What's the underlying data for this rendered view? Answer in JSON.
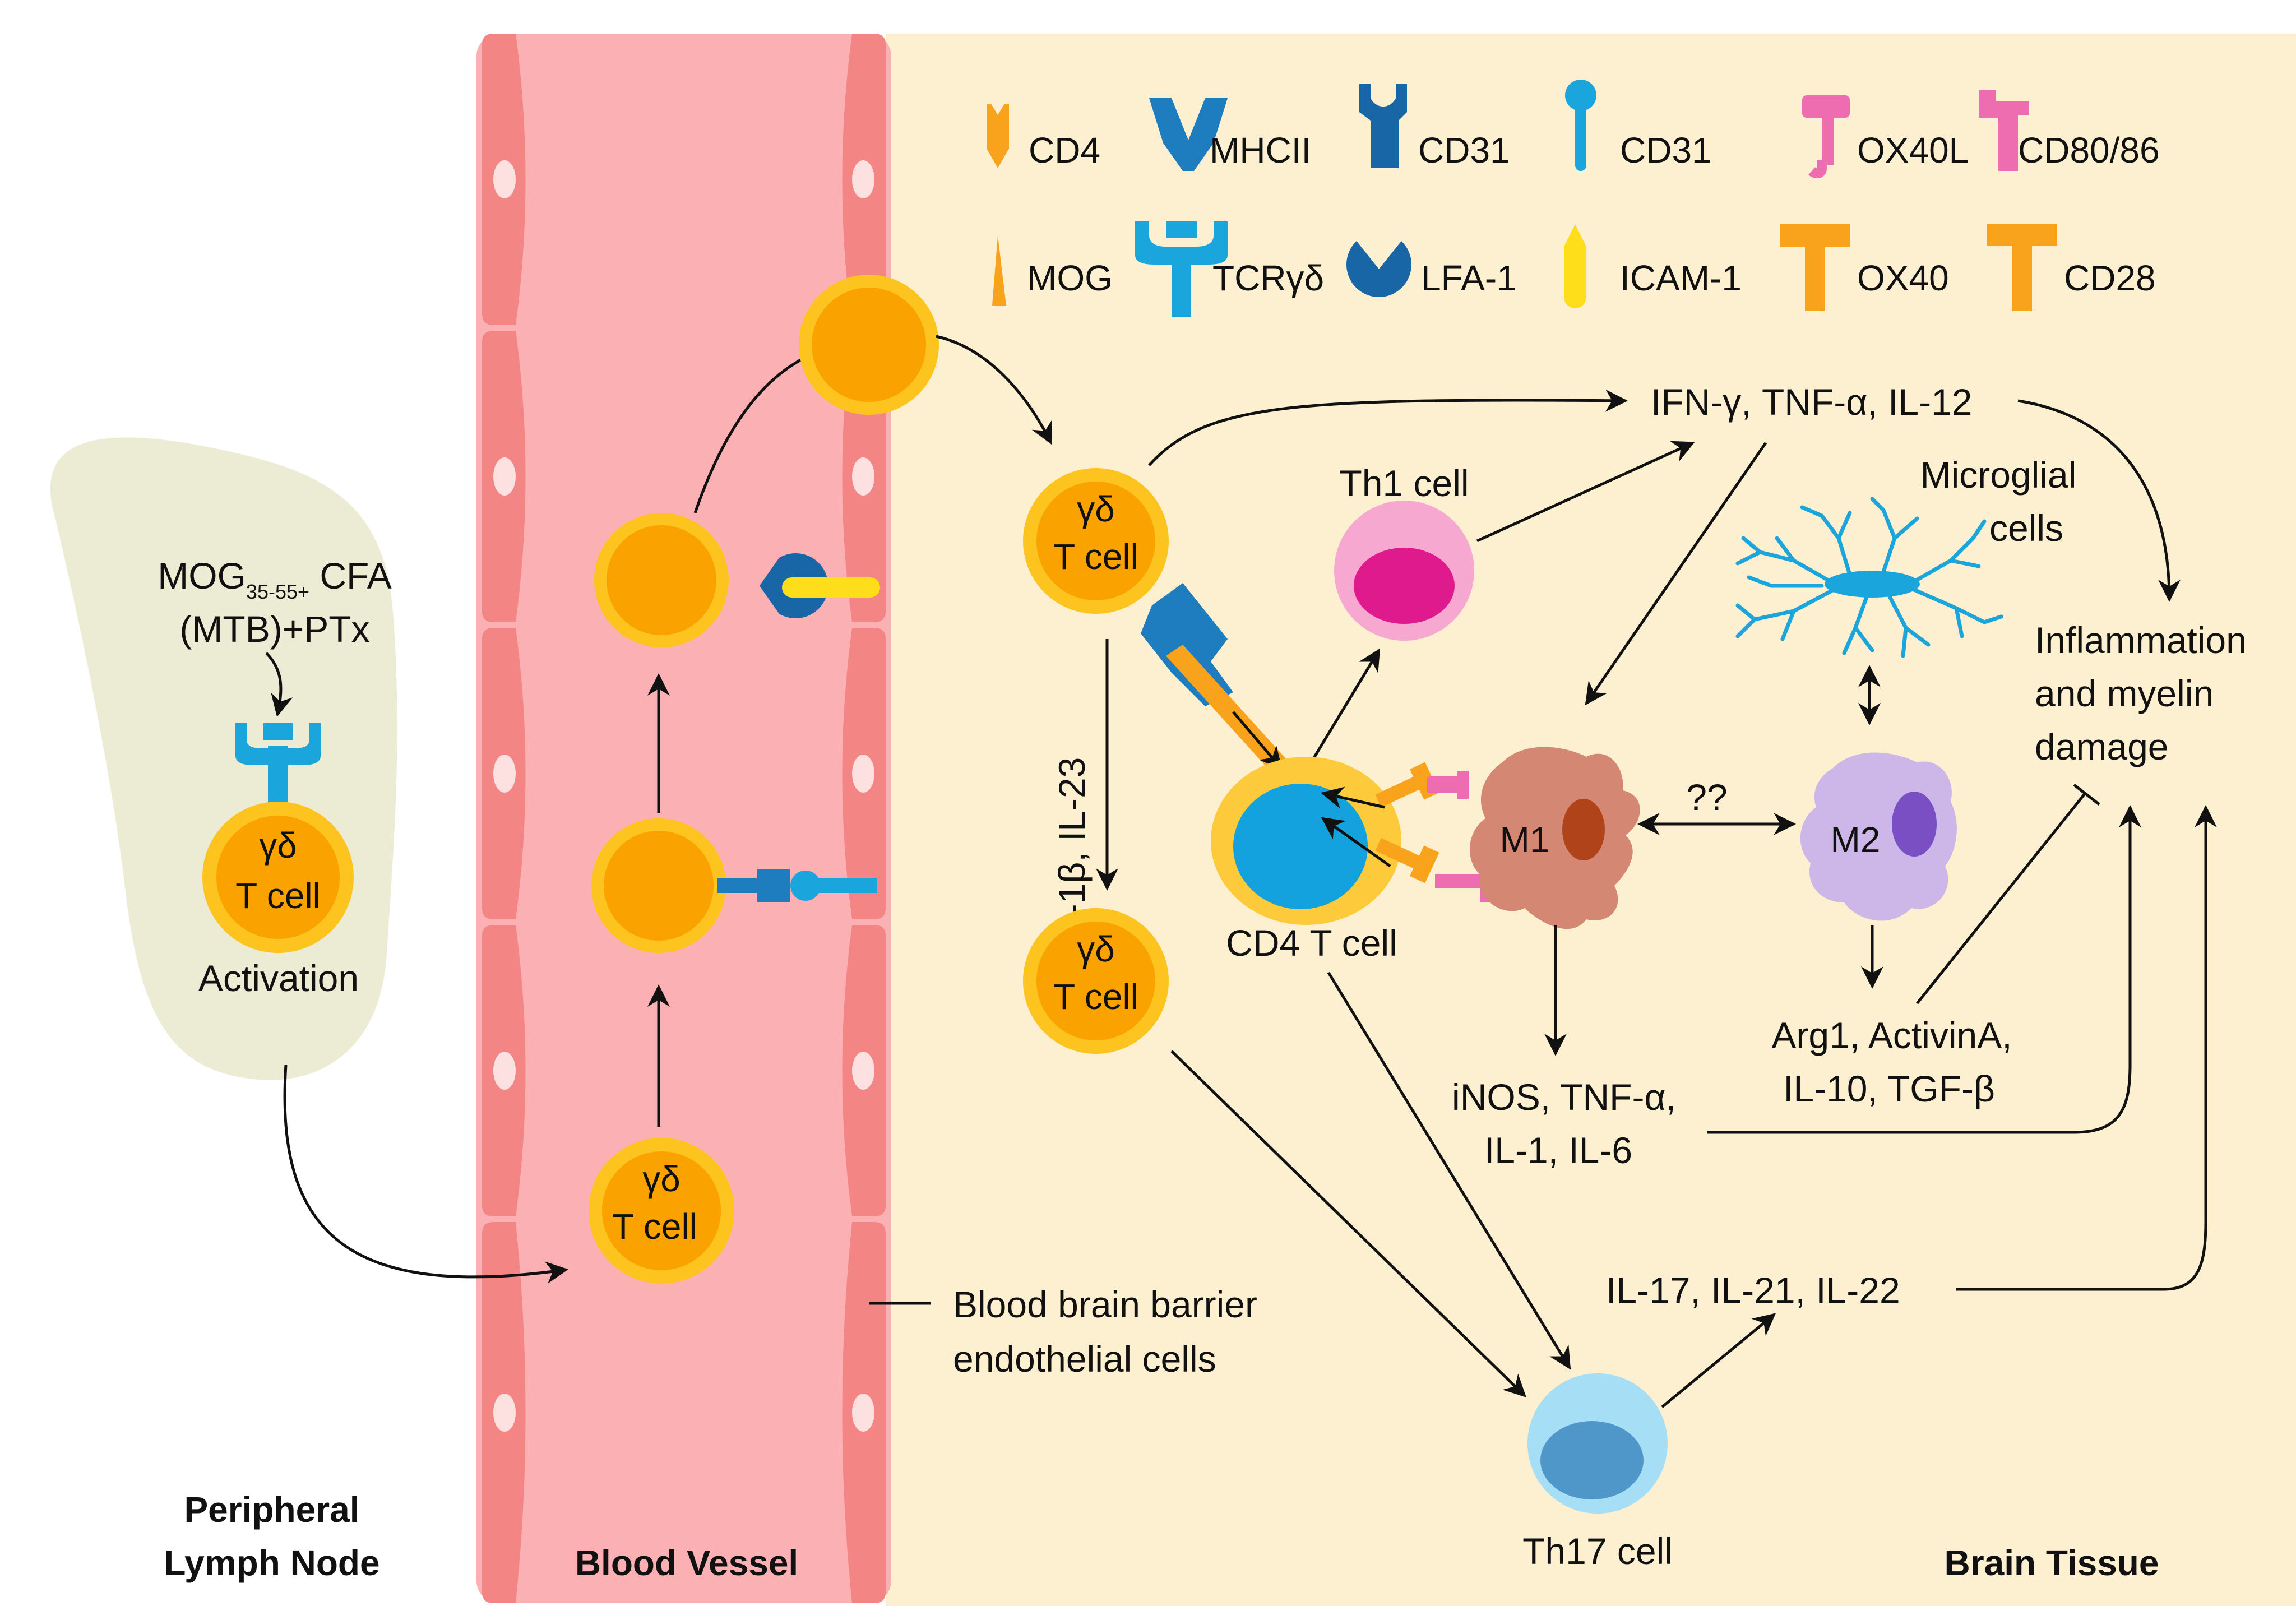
{
  "diagram": {
    "regions": {
      "lymph_node": {
        "line1": "Peripheral",
        "line2": "Lymph Node",
        "fill": "#ecebd4"
      },
      "blood_vessel": {
        "label": "Blood Vessel",
        "fill": "#fbb1b3",
        "wall": "#f48585"
      },
      "brain_tissue": {
        "label": "Brain Tissue",
        "fill": "#fdf0d0"
      }
    },
    "lymph": {
      "mog_main": "MOG",
      "mog_sub": "35-55+",
      "mog_rest": " CFA",
      "mtb": "(MTB)+PTx",
      "activation": "Activation"
    },
    "gd_cell": {
      "greek": "γδ",
      "label": "T cell"
    },
    "legend": [
      {
        "icon": "cd4-icon",
        "label": "CD4"
      },
      {
        "icon": "mhcii-icon",
        "label": "MHCII"
      },
      {
        "icon": "cd31-icon",
        "label": "CD31"
      },
      {
        "icon": "cd31-pin-icon",
        "label": "CD31"
      },
      {
        "icon": "ox40l-icon",
        "label": "OX40L"
      },
      {
        "icon": "cd80-86-icon",
        "label": "CD80/86"
      },
      {
        "icon": "mog-icon",
        "label": "MOG"
      },
      {
        "icon": "tcr-gd-icon",
        "label": "TCRγδ"
      },
      {
        "icon": "lfa1-icon",
        "label": "LFA-1"
      },
      {
        "icon": "icam1-icon",
        "label": "ICAM-1"
      },
      {
        "icon": "ox40-icon",
        "label": "OX40"
      },
      {
        "icon": "cd28-icon",
        "label": "CD28"
      }
    ],
    "labels": {
      "bbb_line1": "Blood brain barrier",
      "bbb_line2": "endothelial cells",
      "cytokines_top": "IFN-γ, TNF-α, IL-12",
      "th1": "Th1 cell",
      "microglial_1": "Microglial",
      "microglial_2": "cells",
      "inflam_1": "Inflammation",
      "inflam_2": "and myelin",
      "inflam_3": "damage",
      "il1_il23": "IL-1β, IL-23",
      "m1": "M1",
      "m2": "M2",
      "qq": "??",
      "cd4_cell": "CD4 T cell",
      "inos_1": "iNOS, TNF-α,",
      "inos_2": "IL-1, IL-6",
      "arg_1": "Arg1, ActivinA,",
      "arg_2": "IL-10, TGF-β",
      "il17": "IL-17, IL-21, IL-22",
      "th17": "Th17 cell"
    },
    "colors": {
      "t_cell_outer": "#fdc31e",
      "t_cell_inner": "#f9a200",
      "receptor_blue": "#1ba5dd",
      "dark_blue": "#1866a6",
      "mid_blue": "#1e7dbf",
      "yellow": "#fedd1a",
      "orange": "#f9a21b",
      "pink": "#ee6db0",
      "th1_outer": "#f7a8d0",
      "th1_inner": "#de1a8d",
      "m1": "#d48772",
      "m1_nucleus": "#b1431b",
      "m2": "#cdb7e8",
      "m2_nucleus": "#7b4fc4",
      "th17_outer": "#a6def5",
      "th17_inner": "#4f97c9",
      "cd4_outer": "#fdca3b",
      "cd4_inner": "#13a2dd"
    }
  }
}
